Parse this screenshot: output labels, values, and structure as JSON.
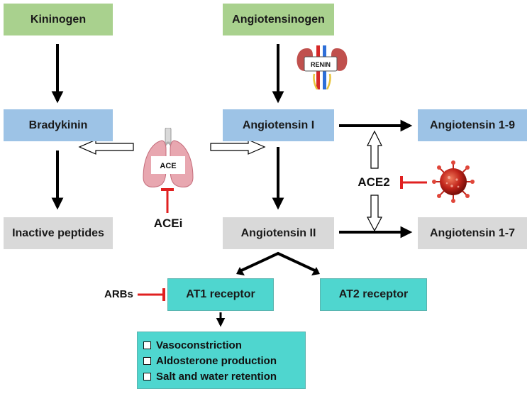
{
  "nodes": {
    "kininogen": "Kininogen",
    "angiotensinogen": "Angiotensinogen",
    "bradykinin": "Bradykinin",
    "angiotensin_1": "Angiotensin I",
    "angiotensin_1_9": "Angiotensin 1-9",
    "inactive_peptides": "Inactive peptides",
    "angiotensin_2": "Angiotensin II",
    "angiotensin_1_7": "Angiotensin 1-7",
    "at1_receptor": "AT1 receptor",
    "at2_receptor": "AT2 receptor"
  },
  "labels": {
    "renin": "RENIN",
    "ace": "ACE",
    "acei": "ACEi",
    "ace2": "ACE2",
    "arbs": "ARBs"
  },
  "effects": [
    "Vasoconstriction",
    "Aldosterone production",
    "Salt and water retention"
  ],
  "colors": {
    "green": "#a9d18e",
    "blue": "#9dc3e6",
    "gray": "#d9d9d9",
    "teal": "#4fd6cf",
    "inhibitor_red": "#e02020"
  },
  "icons": {
    "lungs": "lungs-icon",
    "kidney": "kidney-icon",
    "virus": "coronavirus-icon"
  }
}
